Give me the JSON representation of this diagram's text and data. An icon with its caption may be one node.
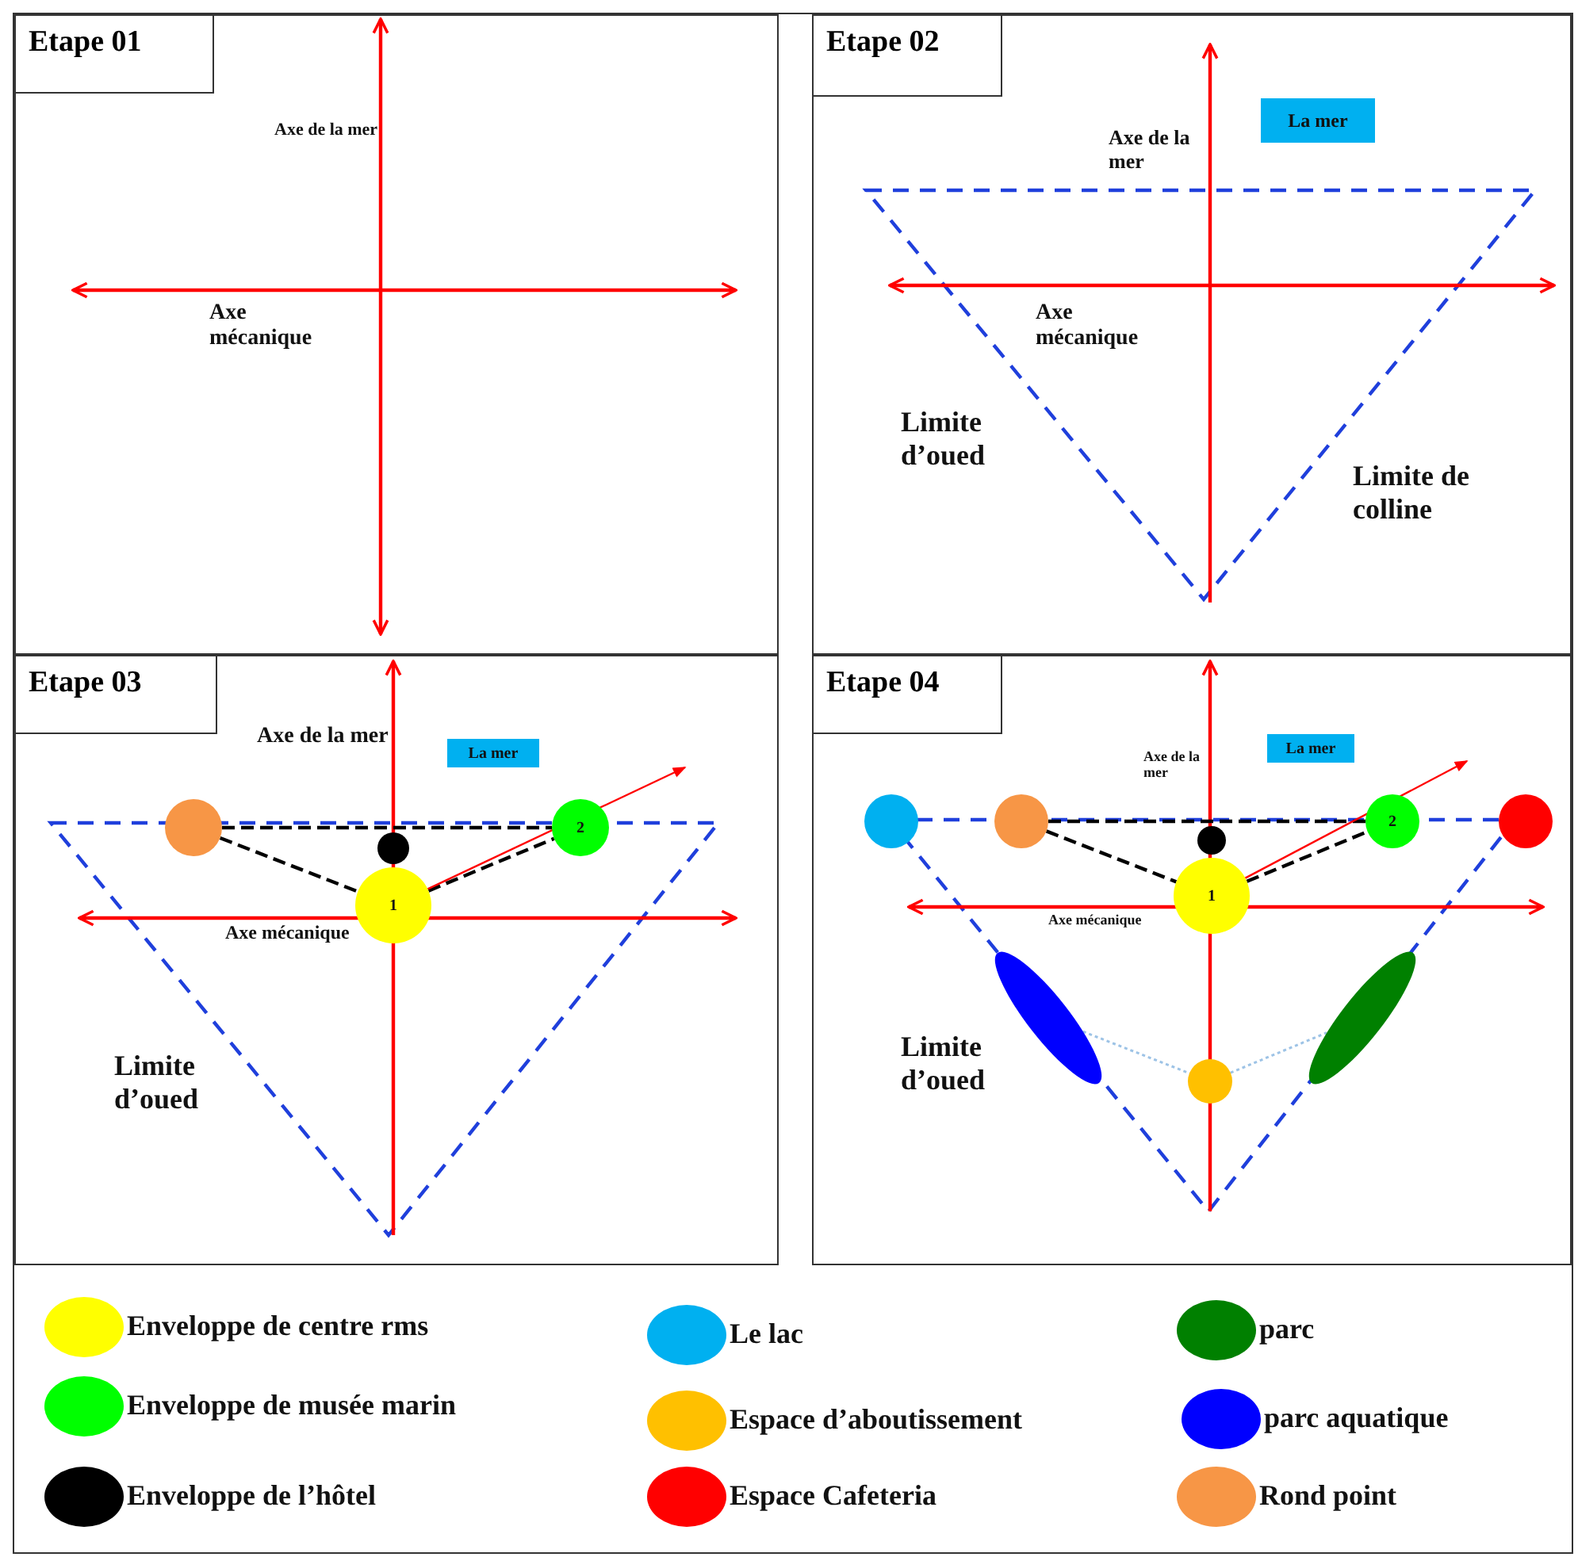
{
  "diagram": {
    "nodes": [
      {
        "text": [
          "Etape 01"
        ]
      },
      {
        "text": [
          "Etape 02"
        ]
      },
      {
        "text": [
          "La mer"
        ],
        "in": 1
      },
      {
        "text": [
          "Etape 03"
        ]
      },
      {
        "text": [
          "La mer"
        ],
        "in": 3
      },
      {
        "text": [],
        "shape": "circle",
        "in": 3
      },
      {
        "text": [],
        "shape": "circle",
        "in": 3
      },
      {
        "text": [
          "2"
        ],
        "in": 3
      },
      {
        "text": [
          "1"
        ],
        "in": 3
      },
      {
        "text": [
          "Etape 04"
        ]
      },
      {
        "text": [
          "La mer"
        ],
        "in": 9
      },
      {
        "text": [],
        "shape": "circle",
        "in": 9
      },
      {
        "text": [],
        "shape": "circle",
        "in": 9
      },
      {
        "text": [],
        "shape": "circle",
        "in": 9
      },
      {
        "text": [
          "2"
        ],
        "in": 9
      },
      {
        "text": [],
        "shape": "circle",
        "in": 9
      },
      {
        "text": [
          "1"
        ],
        "in": 9
      },
      {
        "text": [],
        "shape": "ellipse",
        "in": 9
      },
      {
        "text": [],
        "shape": "circle",
        "in": 9
      },
      {
        "text": [],
        "shape": "ellipse",
        "in": 9
      }
    ],
    "edges": [
      {
        "from": 5,
        "to": 7,
        "arrow": "none",
        "style": "dashed"
      },
      {
        "from": 5,
        "to": 8,
        "arrow": "none",
        "style": "dashed"
      },
      {
        "from": 8,
        "to": 7,
        "arrow": "none",
        "style": "dashed"
      },
      {
        "from": 8,
        "to": null,
        "arrow": "to",
        "color": "#ff0000"
      },
      {
        "from": 12,
        "to": 14,
        "arrow": "none",
        "style": "dashed"
      },
      {
        "from": 12,
        "to": 16,
        "arrow": "none",
        "style": "dashed"
      },
      {
        "from": 16,
        "to": 14,
        "arrow": "none",
        "style": "dashed"
      },
      {
        "from": 16,
        "to": null,
        "arrow": "to",
        "color": "#ff0000"
      },
      {
        "from": 17,
        "to": 18,
        "arrow": "none",
        "style": "dashed",
        "color": "#9dc3e6"
      },
      {
        "from": 18,
        "to": 19,
        "arrow": "none",
        "style": "dashed",
        "color": "#9dc3e6"
      }
    ],
    "labels": [
      "Axe de la mer",
      "Axe mécanique",
      "Axe de la mer",
      "Axe mécanique",
      "Limite d’oued",
      "Limite de colline",
      "Axe de la mer",
      "Axe mécanique",
      "Limite d’oued",
      "Axe de la mer",
      "Axe mécanique",
      "Limite d’oued"
    ],
    "legend": [
      {
        "text": "Enveloppe de centre rms",
        "color": "#ffff00"
      },
      {
        "text": "Le lac",
        "color": "#00b0f0"
      },
      {
        "text": "parc",
        "color": "#008000"
      },
      {
        "text": "Enveloppe de musée marin",
        "color": "#00ff00"
      },
      {
        "text": "Espace d’aboutissement",
        "color": "#ffc000"
      },
      {
        "text": "parc aquatique",
        "color": "#0000ff"
      },
      {
        "text": "Enveloppe de l’hôtel",
        "color": "#000000"
      },
      {
        "text": "Espace Cafeteria",
        "color": "#ff0000"
      },
      {
        "text": "Rond point",
        "color": "#f79646"
      }
    ]
  }
}
